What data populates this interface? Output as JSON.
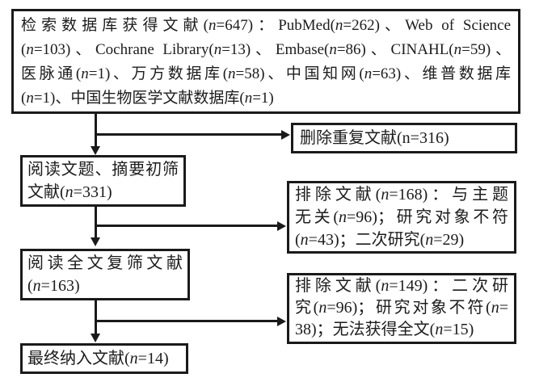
{
  "colors": {
    "line": "#1a1a1a",
    "text": "#1c1c1c",
    "background": "#ffffff"
  },
  "flowchart": {
    "boxes": {
      "search": {
        "lines": [
          "检索数据库获得文献(n=647)：PubMed(n=262)、Web of Science",
          "(n=103)、Cochrane Library(n=13)、Embase(n=86)、CINAHL(n=59)、",
          "医脉通(n=1)、万方数据库(n=58)、中国知网(n=63)、维普数据库",
          "(n=1)、中国生物医学文献数据库(n=1)"
        ]
      },
      "duplicates_removed": {
        "text": "删除重复文献(n=316)"
      },
      "title_abstract_screen": {
        "lines": [
          "阅读文题、摘要初筛",
          "文献(n=331)"
        ]
      },
      "excluded_initial": {
        "lines": [
          "排除文献(n=168)：与主题",
          "无关(n=96)；研究对象不符",
          "(n=43)；二次研究(n=29)"
        ]
      },
      "fulltext_screen": {
        "lines": [
          "阅读全文复筛文献",
          "(n=163)"
        ]
      },
      "excluded_fulltext": {
        "lines": [
          "排除文献(n=149)：二次研",
          "究(n=96)；研究对象不符(n=",
          "38)；无法获得全文(n=15)"
        ]
      },
      "final_included": {
        "text": "最终纳入文献(n=14)"
      }
    }
  }
}
